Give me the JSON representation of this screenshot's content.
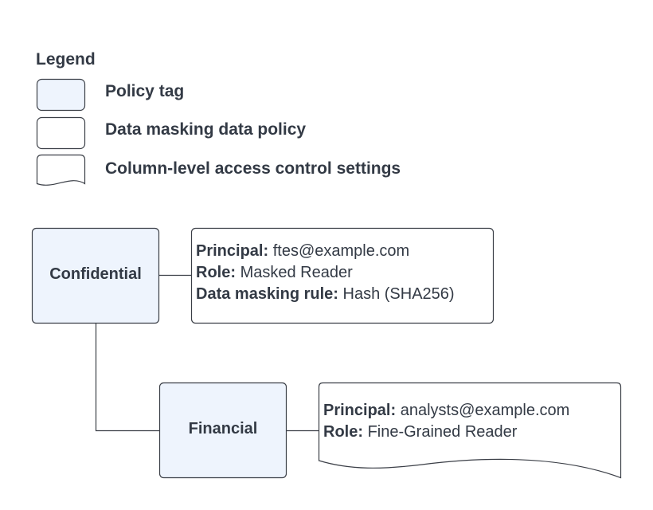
{
  "legend": {
    "title": "Legend",
    "items": [
      {
        "shape": "policy-tag",
        "label": "Policy tag"
      },
      {
        "shape": "rectangle",
        "label": "Data masking data policy"
      },
      {
        "shape": "document",
        "label": "Column-level access control settings"
      }
    ]
  },
  "nodes": {
    "confidential": {
      "label": "Confidential",
      "policy": {
        "principal_label": "Principal:",
        "principal_value": "ftes@example.com",
        "role_label": "Role:",
        "role_value": "Masked Reader",
        "rule_label": "Data masking rule:",
        "rule_value": "Hash (SHA256)"
      }
    },
    "financial": {
      "label": "Financial",
      "settings": {
        "principal_label": "Principal:",
        "principal_value": "analysts@example.com",
        "role_label": "Role:",
        "role_value": "Fine-Grained Reader"
      }
    }
  },
  "colors": {
    "tag_fill": "#eef4fd",
    "stroke": "#3b3f47",
    "text": "#333a45"
  }
}
